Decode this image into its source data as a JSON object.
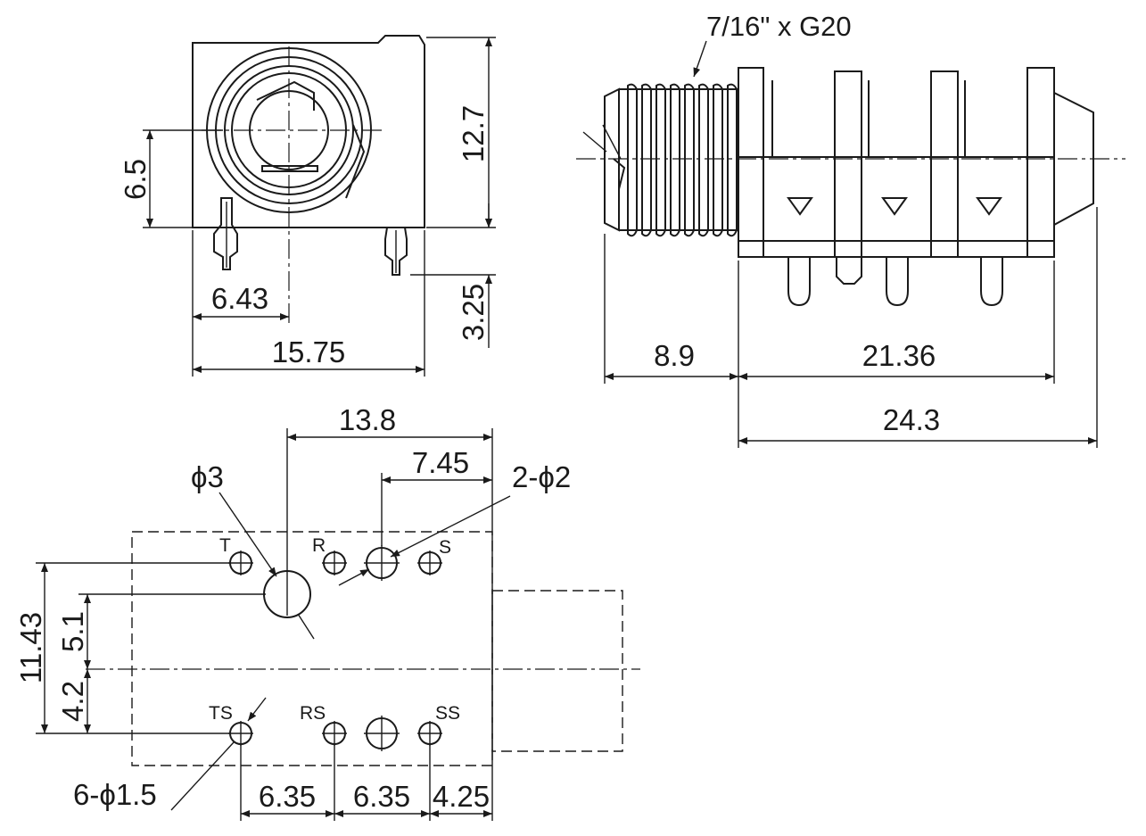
{
  "front_view": {
    "dim_height": "12.7",
    "dim_center_height": "6.5",
    "dim_pin_offset": "6.43",
    "dim_pin_length": "3.25",
    "dim_width": "15.75"
  },
  "side_view": {
    "thread_spec": "7/16\" x G20",
    "dim_thread_length": "8.9",
    "dim_body_length": "21.36",
    "dim_overall_length": "24.3"
  },
  "footprint": {
    "dim_top_span": "13.8",
    "dim_right_offset": "7.45",
    "large_hole_label": "ϕ3",
    "mount_holes_label": "2-ϕ2",
    "pin_holes_label": "6-ϕ1.5",
    "dim_total_height": "11.43",
    "dim_upper_row": "5.1",
    "dim_lower_row": "4.2",
    "dim_pitch_1": "6.35",
    "dim_pitch_2": "6.35",
    "dim_edge": "4.25",
    "pins": {
      "t": "T",
      "r": "R",
      "s": "S",
      "ts": "TS",
      "rs": "RS",
      "ss": "SS"
    }
  }
}
